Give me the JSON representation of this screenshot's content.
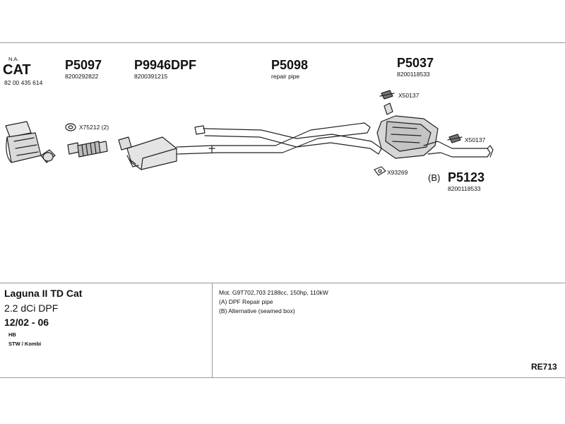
{
  "parts": {
    "cat": {
      "qualifier": "N.A.",
      "code": "CAT",
      "ref": "82 00 435 614"
    },
    "p5097": {
      "code": "P5097",
      "ref": "8200292822"
    },
    "p9946": {
      "code": "P9946DPF",
      "ref": "8200391215"
    },
    "p5098": {
      "code": "P5098",
      "ref": "repair pipe"
    },
    "p5037": {
      "code": "P5037",
      "ref": "8200118533"
    },
    "p5123": {
      "prefix": "(B)",
      "code": "P5123",
      "ref": "8200118533"
    }
  },
  "fittings": {
    "x75212": "X75212 (2)",
    "x50137_top": "X50137",
    "x50137_right": "X50137",
    "x93269": "X93269"
  },
  "vehicle": {
    "name": "Laguna II TD Cat",
    "engine": "2.2 dCi DPF",
    "years": "12/02 - 06",
    "body1": "HB",
    "body2": "STW / Kombi"
  },
  "notes": {
    "line1": "Mot. G9T702,703 2188cc, 150hp, 110kW",
    "line2": "(A) DPF Repair pipe",
    "line3": "(B) Alternative (seamed box)"
  },
  "diagram_code": "RE713"
}
